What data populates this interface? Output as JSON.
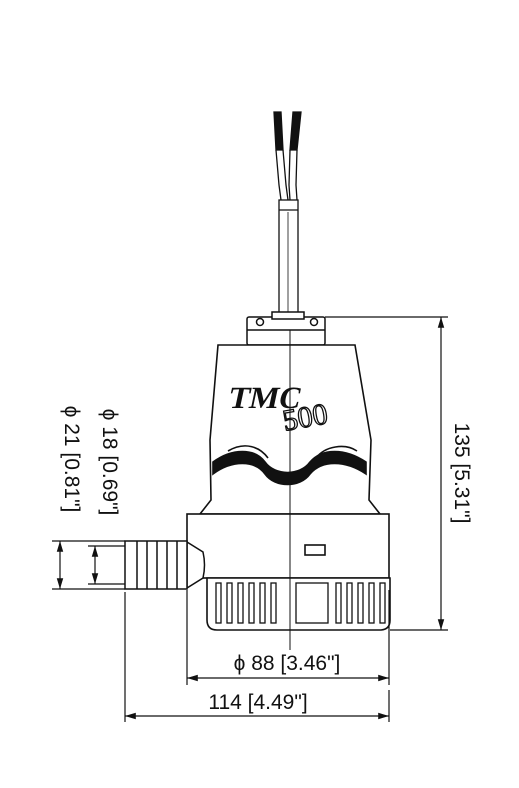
{
  "drawing": {
    "brand": "TMC",
    "model": "500",
    "dimensions": {
      "height": "135 [5.31\"]",
      "body_diameter": "ϕ 88 [3.46\"]",
      "overall_width": "114 [4.49\"]",
      "outlet_inner_diameter": "ϕ 18 [0.69\"]",
      "outlet_outer_diameter": "ϕ 21 [0.81\"]"
    }
  }
}
